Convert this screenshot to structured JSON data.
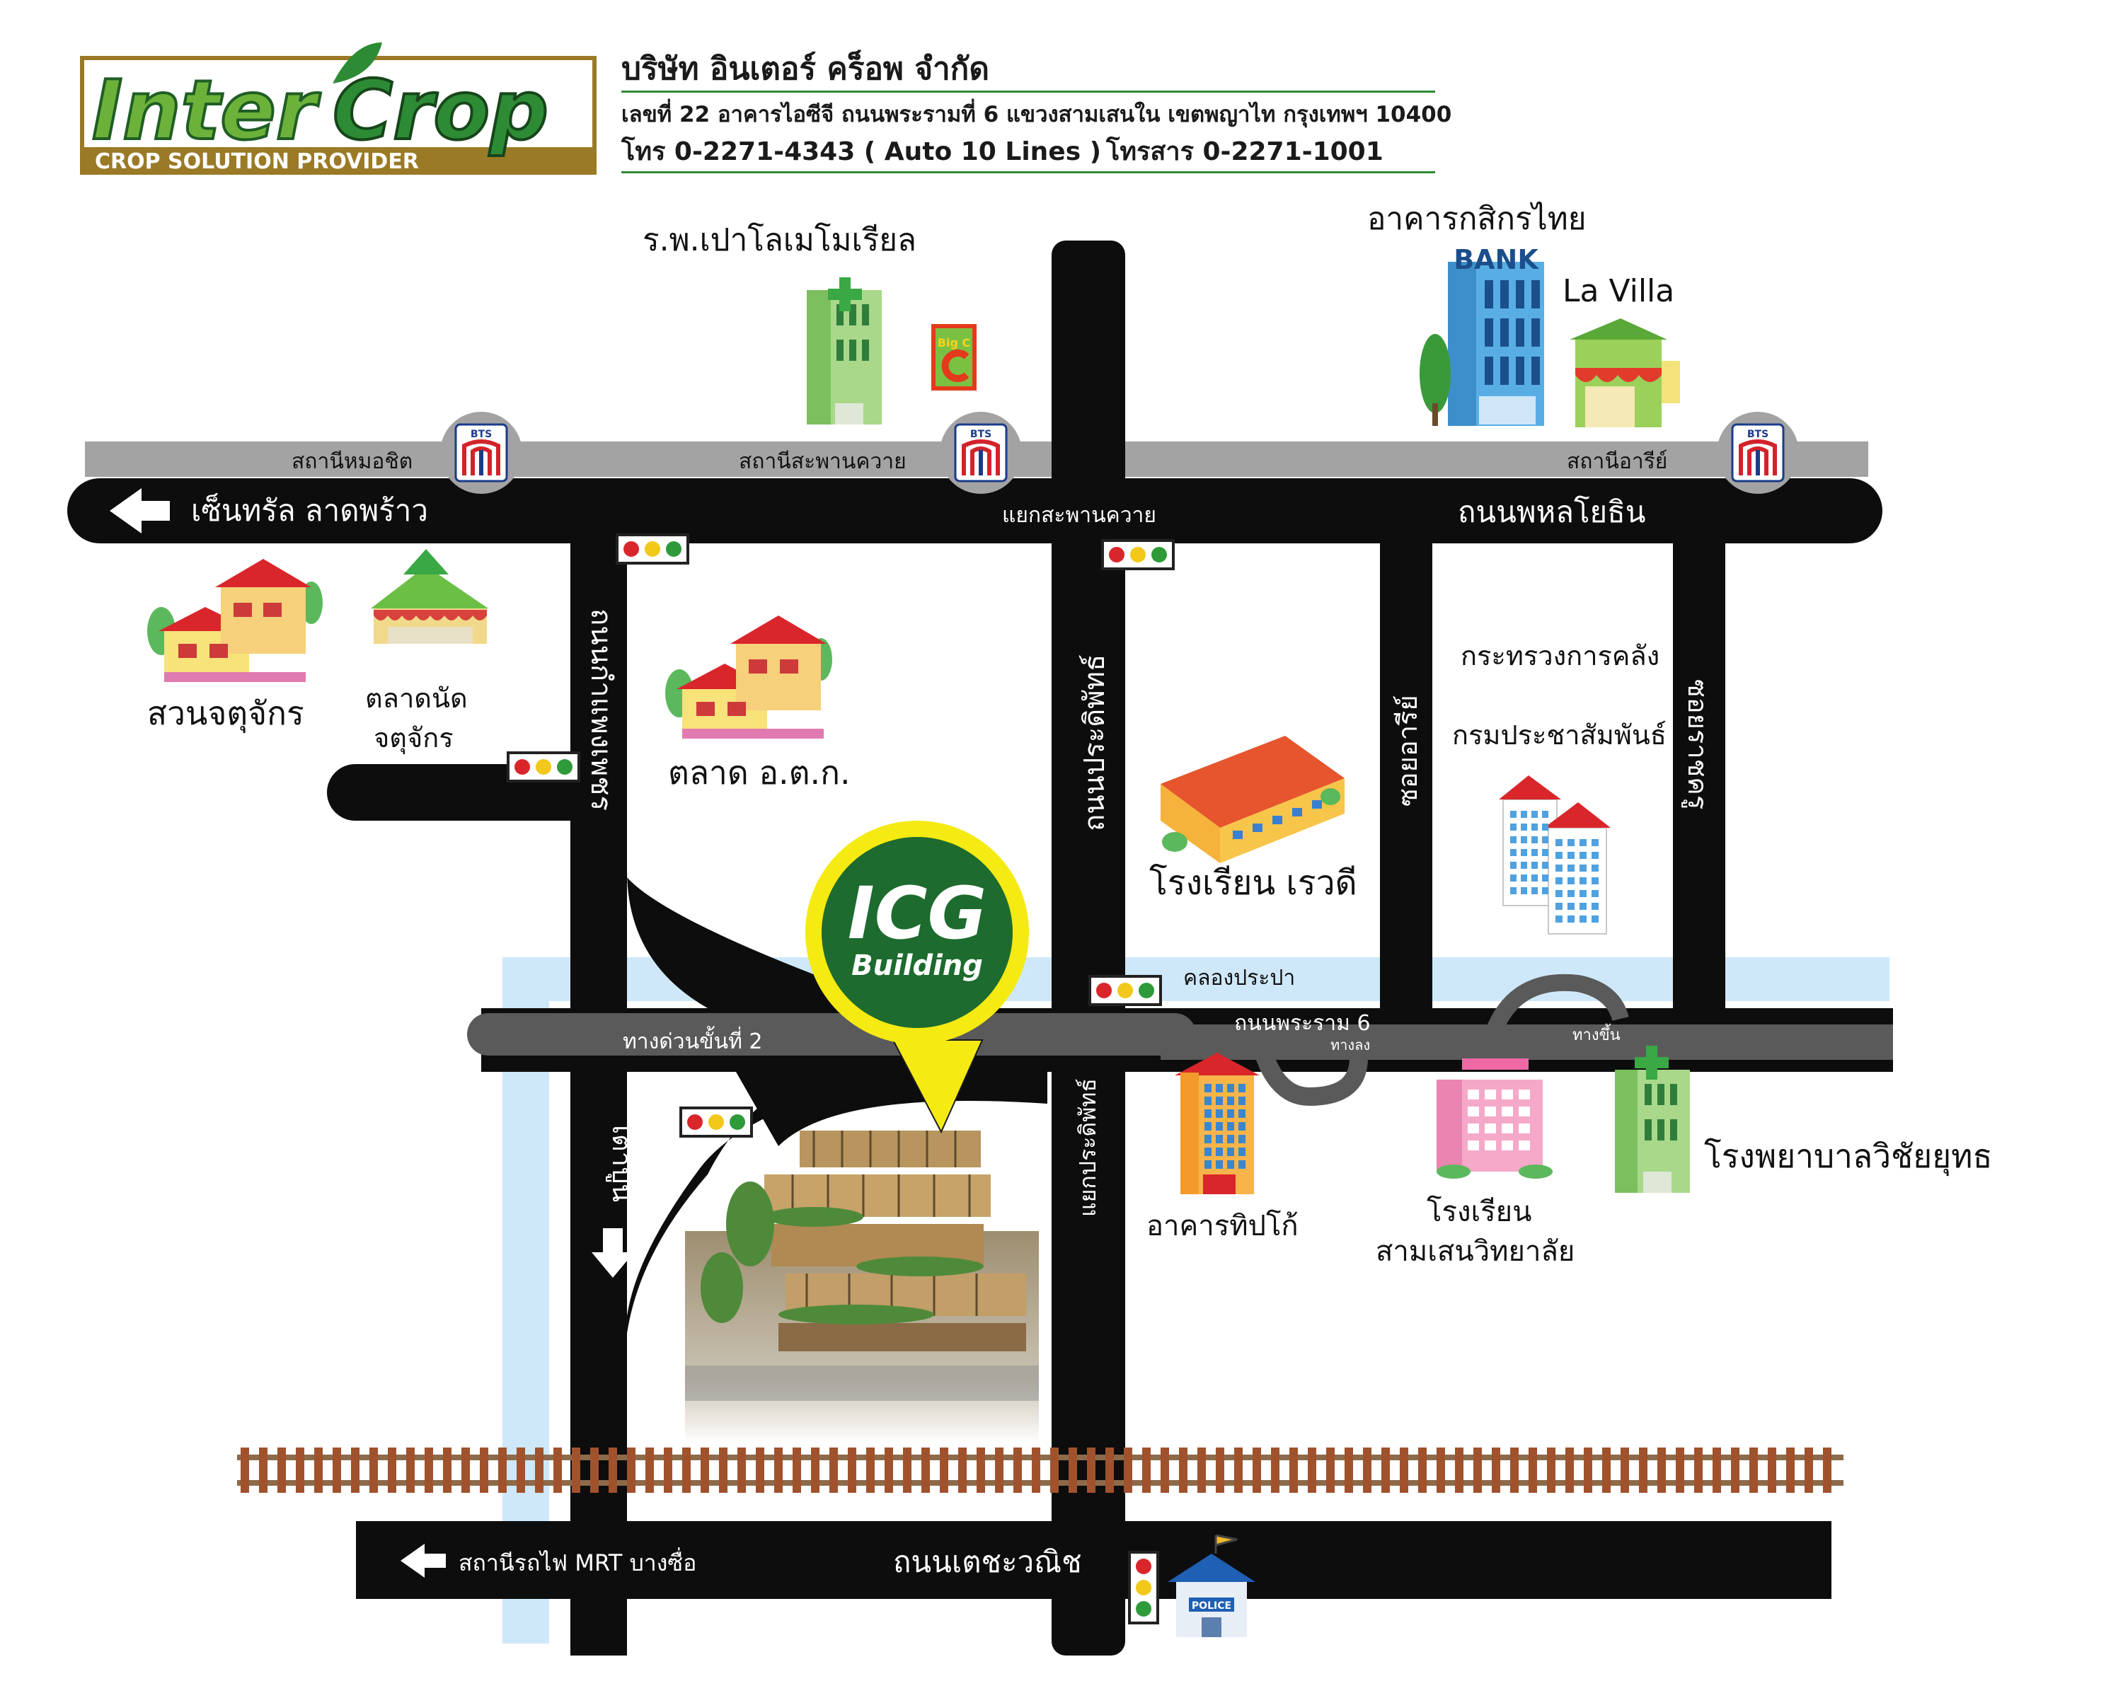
{
  "header": {
    "logo_word_1": "Inter",
    "logo_word_2": "Crop",
    "logo_tagline": "CROP SOLUTION PROVIDER",
    "company_name": "บริษัท อินเตอร์ คร็อพ จำกัด",
    "address": "เลขที่ 22 อาคารไอซีจี ถนนพระรามที่ 6 แขวงสามเสนใน เขตพญาไท กรุงเทพฯ 10400",
    "phone": "โทร 0-2271-4343 ( Auto 10 Lines )",
    "fax": "โทรสาร 0-2271-1001"
  },
  "roads": {
    "phahon": "ถนนพหลโยธิน",
    "central": "เซ็นทรัล ลาดพร้าว",
    "kamphaeng": "ถนนกำแพงเพชร",
    "pradiphat": "ถนนประดิพัทธ์",
    "pradiphat_junction": "แยกประดิพัทธ์",
    "soi_ari": "ซอยอารีย์",
    "soi_ratchakru": "ซอยราชครู",
    "rama6": "ถนนพระราม 6",
    "expressway": "ทางด่วนขั้นที่ 2",
    "tao_poon": "เตาปูน",
    "techawanit": "ถนนเตชะวณิช",
    "mrt": "สถานีรถไฟ MRT บางซื่อ",
    "saphan_khwai_junction": "แยกสะพานควาย",
    "canal": "คลองประปา",
    "exit_down": "ทางลง",
    "exit_up": "ทางขึ้น"
  },
  "bts": {
    "logo": "BTS",
    "mo_chit": "สถานีหมอชิต",
    "saphan_khwai": "สถานีสะพานควาย",
    "ari": "สถานีอารีย์"
  },
  "places": {
    "paolo": "ร.พ.เปาโลเมโมเรียล",
    "bigc": "Big C",
    "kasikorn": "อาคารกสิกรไทย",
    "bank_sign": "BANK",
    "la_villa": "La Villa",
    "chatuchak_park": "สวนจตุจักร",
    "chatuchak_market_1": "ตลาดนัด",
    "chatuchak_market_2": "จตุจักร",
    "otk": "ตลาด อ.ต.ก.",
    "rewadee": "โรงเรียน เรวดี",
    "finance_ministry": "กระทรวงการคลัง",
    "pr_department": "กรมประชาสัมพันธ์",
    "tipco": "อาคารทิปโก้",
    "samsen_1": "โรงเรียน",
    "samsen_2": "สามเสนวิทยาลัย",
    "vichaiyut": "โรงพยาบาลวิชัยยุทธ",
    "police": "POLICE"
  },
  "pin": {
    "title": "ICG",
    "subtitle": "Building"
  },
  "colors": {
    "road": "#0d0d0d",
    "bts_track": "#a3a3a3",
    "expressway": "#5a5a5a",
    "canal": "#cfe8f9",
    "pin_yellow": "#f5ea12",
    "pin_green": "#1d6b2e",
    "logo_green": "#2e8b35",
    "logo_gold": "#9a7a26"
  }
}
